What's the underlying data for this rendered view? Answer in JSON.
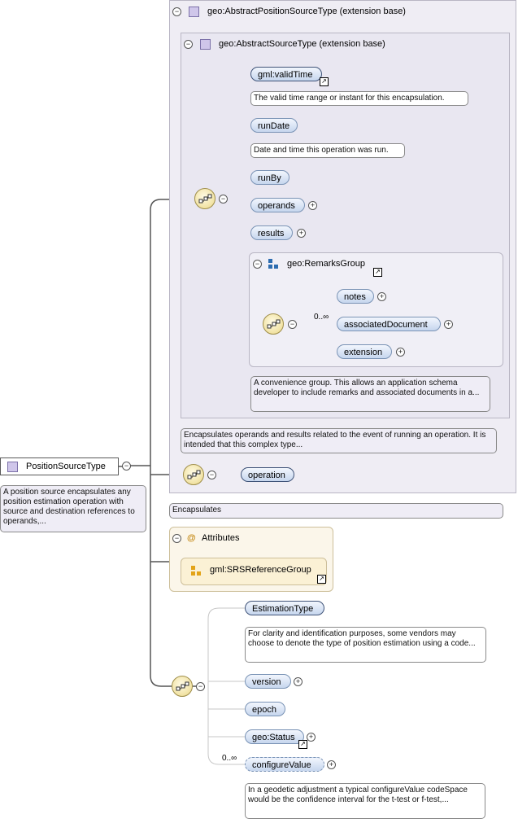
{
  "root": {
    "label": "PositionSourceType",
    "doc": "A position source encapsulates any position estimation operation with source and destination references to operands,..."
  },
  "abstract_position": {
    "title": "geo:AbstractPositionSourceType (extension base)",
    "doc": "Encapsulates"
  },
  "abstract_source": {
    "title": "geo:AbstractSourceType (extension base)",
    "doc": "Encapsulates operands and results related to the event of running an operation. It is intended that this complex type..."
  },
  "source_elements": {
    "valid_time": "gml:validTime",
    "valid_time_doc": "The valid time range or instant for this encapsulation.",
    "run_date": "runDate",
    "run_date_doc": "Date and time this operation was run.",
    "run_by": "runBy",
    "operands": "operands",
    "results": "results"
  },
  "remarks_group": {
    "title": "geo:RemarksGroup",
    "cardinality": "0..∞",
    "notes": "notes",
    "associated_document": "associatedDocument",
    "extension": "extension",
    "doc": "A convenience group. This allows an application schema developer to include remarks and associated documents in a..."
  },
  "operation": {
    "label": "operation"
  },
  "attributes": {
    "title": "Attributes",
    "at_symbol": "@",
    "group": "gml:SRSReferenceGroup"
  },
  "own_elements": {
    "estimation_type": "EstimationType",
    "estimation_type_doc": "For clarity and identification purposes, some vendors may choose to denote the type of position estimation using a code...",
    "version": "version",
    "epoch": "epoch",
    "status": "geo:Status",
    "configure_cardinality": "0..∞",
    "configure_value": "configureValue",
    "configure_value_doc": "In a geodetic adjustment a typical configureValue codeSpace would be the confidence interval for the t-test or f-test,..."
  },
  "glyphs": {
    "collapse": "−",
    "expand": "+",
    "ref": "↗"
  },
  "colors": {
    "node_fill": "#c6d6ee",
    "compositor_fill": "#f1e2a3",
    "frame_fill": "#efedf4",
    "attr_fill": "#fbf6ea"
  }
}
